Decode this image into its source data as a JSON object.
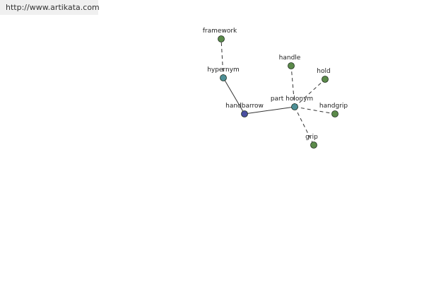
{
  "header": {
    "url_text": "http://www.artikata.com"
  },
  "colors": {
    "leaf": "#5b8a4a",
    "relation": "#4d8f96",
    "center": "#4a4fa0",
    "edge": "#333333",
    "url_background": "#f0f0f0"
  },
  "graph": {
    "nodes": [
      {
        "id": "handbarrow",
        "label": "handbarrow",
        "kind": "center"
      },
      {
        "id": "hypernym",
        "label": "hypernym",
        "kind": "relation"
      },
      {
        "id": "part_holonym",
        "label": "part holonym",
        "kind": "relation"
      },
      {
        "id": "framework",
        "label": "framework",
        "kind": "leaf"
      },
      {
        "id": "handle",
        "label": "handle",
        "kind": "leaf"
      },
      {
        "id": "hold",
        "label": "hold",
        "kind": "leaf"
      },
      {
        "id": "handgrip",
        "label": "handgrip",
        "kind": "leaf"
      },
      {
        "id": "grip",
        "label": "grip",
        "kind": "leaf"
      }
    ],
    "edges": [
      {
        "from": "handbarrow",
        "to": "hypernym",
        "style": "solid"
      },
      {
        "from": "handbarrow",
        "to": "part_holonym",
        "style": "solid"
      },
      {
        "from": "hypernym",
        "to": "framework",
        "style": "dashed"
      },
      {
        "from": "part_holonym",
        "to": "handle",
        "style": "dashed"
      },
      {
        "from": "part_holonym",
        "to": "hold",
        "style": "dashed"
      },
      {
        "from": "part_holonym",
        "to": "handgrip",
        "style": "dashed"
      },
      {
        "from": "part_holonym",
        "to": "grip",
        "style": "dashed"
      }
    ]
  }
}
